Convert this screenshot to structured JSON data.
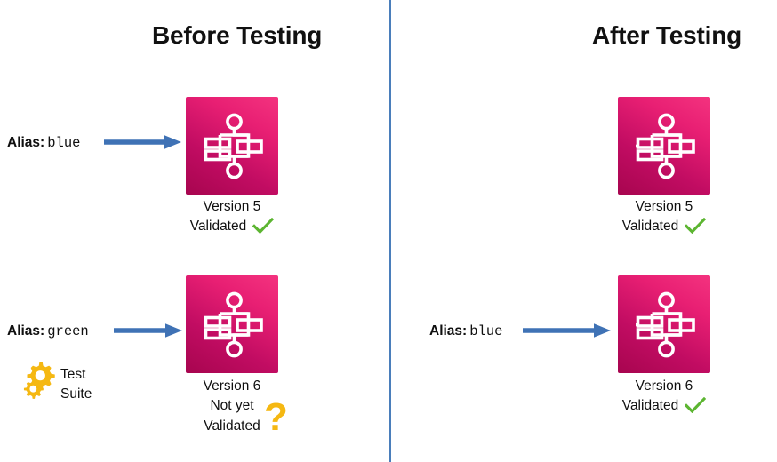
{
  "diagram": {
    "title_left": "Before Testing",
    "title_right": "After Testing",
    "colors": {
      "divider": "#4a7ebb",
      "arrow": "#3f72b5",
      "tile_gradient_dark": "#a7054f",
      "tile_gradient_light": "#f4337f",
      "check_green": "#5cb531",
      "warning_yellow": "#f5b812",
      "gear_yellow": "#f5b812",
      "text": "#0f0f0f"
    },
    "icons": {
      "service_tile": "step-functions-icon",
      "validated": "green-check-icon",
      "not_validated": "yellow-question-icon",
      "test_suite": "gears-icon",
      "pointer": "blue-arrow-icon"
    }
  },
  "before": {
    "alias_top": {
      "key": "Alias:",
      "value": "blue"
    },
    "alias_bottom": {
      "key": "Alias:",
      "value": "green"
    },
    "test_suite": {
      "line1": "Test",
      "line2": "Suite"
    },
    "node_top": {
      "version": "Version 5",
      "status_line1": "Validated",
      "status_line2": "",
      "validated": true
    },
    "node_bottom": {
      "version": "Version 6",
      "status_line1": "Not yet",
      "status_line2": "Validated",
      "validated": false
    }
  },
  "after": {
    "alias_bottom": {
      "key": "Alias:",
      "value": "blue"
    },
    "node_top": {
      "version": "Version 5",
      "status_line1": "Validated",
      "status_line2": "",
      "validated": true
    },
    "node_bottom": {
      "version": "Version 6",
      "status_line1": "Validated",
      "status_line2": "",
      "validated": true
    }
  }
}
